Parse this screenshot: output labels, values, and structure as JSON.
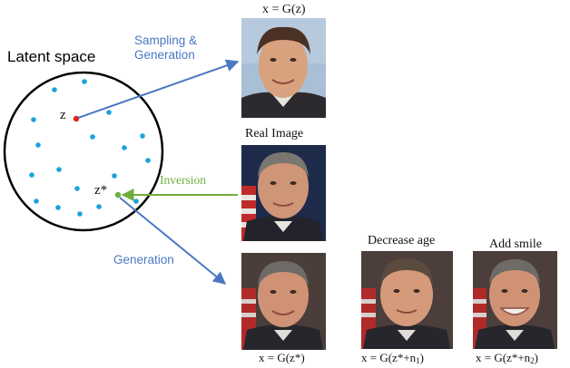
{
  "title": "Latent space",
  "labels": {
    "sampling_line1": "Sampling &",
    "sampling_line2": "Generation",
    "inversion": "Inversion",
    "generation": "Generation",
    "z": "z",
    "z_star": "z*"
  },
  "captions": {
    "top": "x = G(z)",
    "real": "Real Image",
    "gen": "x = G(z*)",
    "decrease_age": "Decrease age",
    "add_smile": "Add smile",
    "n1_prefix": "x = G(z*+n",
    "n1_sub": "1",
    "n2_prefix": "x = G(z*+n",
    "n2_sub": "2",
    "close": ")"
  },
  "colors": {
    "blue_arrow": "#4a78c2",
    "green_arrow": "#6fae3c",
    "dot_cyan": "#1aa3dc",
    "dot_red": "#e3241b",
    "dot_green": "#6fae3c"
  }
}
